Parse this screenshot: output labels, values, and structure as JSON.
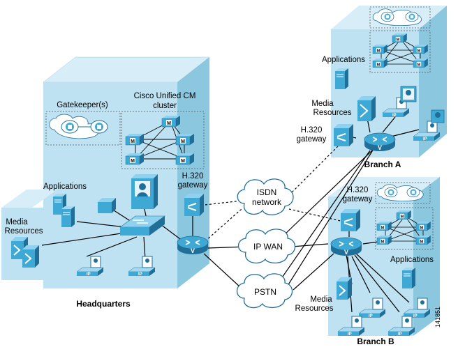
{
  "labels": {
    "hq": "Headquarters",
    "branch_a": "Branch A",
    "branch_b": "Branch B",
    "gatekeepers": "Gatekeeper(s)",
    "cucm_line1": "Cisco Unified CM",
    "cucm_line2": "cluster",
    "hq_applications": "Applications",
    "hq_media_line1": "Media",
    "hq_media_line2": "Resources",
    "hq_h320_line1": "H.320",
    "hq_h320_line2": "gateway",
    "a_applications": "Applications",
    "a_media_line1": "Media",
    "a_media_line2": "Resources",
    "a_h320_line1": "H.320",
    "a_h320_line2": "gateway",
    "b_h320_line1": "H.320",
    "b_h320_line2": "gateway",
    "b_applications": "Applications",
    "b_media_line1": "Media",
    "b_media_line2": "Resources",
    "isdn_line1": "ISDN",
    "isdn_line2": "network",
    "ipwan": "IP WAN",
    "pstn": "PSTN",
    "figure_id": "141851"
  },
  "icons": {
    "server": "server-icon",
    "router": "router-icon",
    "switch": "switch-icon",
    "phone": "ip-phone-icon",
    "gateway": "h320-gateway-icon",
    "callmanager": "callmanager-icon",
    "gatekeeper": "gatekeeper-icon",
    "media": "media-resource-icon",
    "videophone": "video-endpoint-icon"
  },
  "colors": {
    "building": "#bfe2f2",
    "building_dark": "#8cc7e0",
    "device": "#3fa9d6",
    "device_dark": "#1f6f99",
    "cloud": "#ffffff"
  }
}
